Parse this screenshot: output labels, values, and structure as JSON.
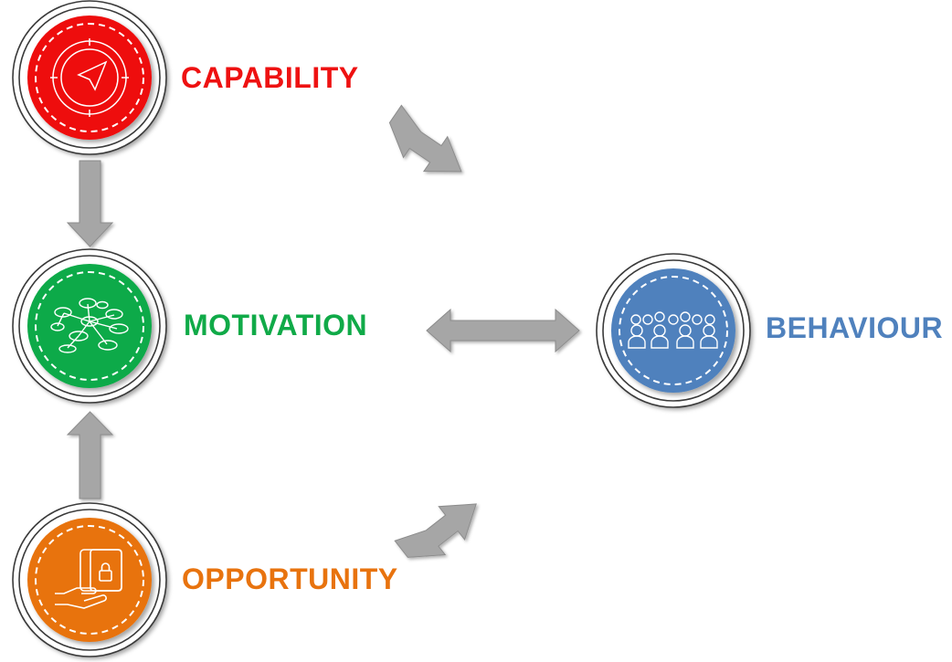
{
  "nodes": {
    "capability": {
      "label": "CAPABILITY",
      "color": "#ee1111",
      "icon": "compass-icon"
    },
    "motivation": {
      "label": "MOTIVATION",
      "color": "#10aa48",
      "icon": "mind-map-icon"
    },
    "opportunity": {
      "label": "OPPORTUNITY",
      "color": "#e8730e",
      "icon": "hand-lock-icon"
    },
    "behaviour": {
      "label": "BEHAVIOUR",
      "color": "#4f81bd",
      "icon": "audience-icon"
    }
  },
  "edges": [
    {
      "from": "capability",
      "to": "motivation",
      "direction": "one-way"
    },
    {
      "from": "opportunity",
      "to": "motivation",
      "direction": "one-way"
    },
    {
      "from": "capability",
      "to": "behaviour",
      "direction": "two-way"
    },
    {
      "from": "motivation",
      "to": "behaviour",
      "direction": "two-way"
    },
    {
      "from": "opportunity",
      "to": "behaviour",
      "direction": "two-way"
    }
  ],
  "style": {
    "arrow_fill": "#a6a6a6",
    "arrow_stroke": "#8c8c8c",
    "ring_stroke": "#3a3a3a"
  }
}
